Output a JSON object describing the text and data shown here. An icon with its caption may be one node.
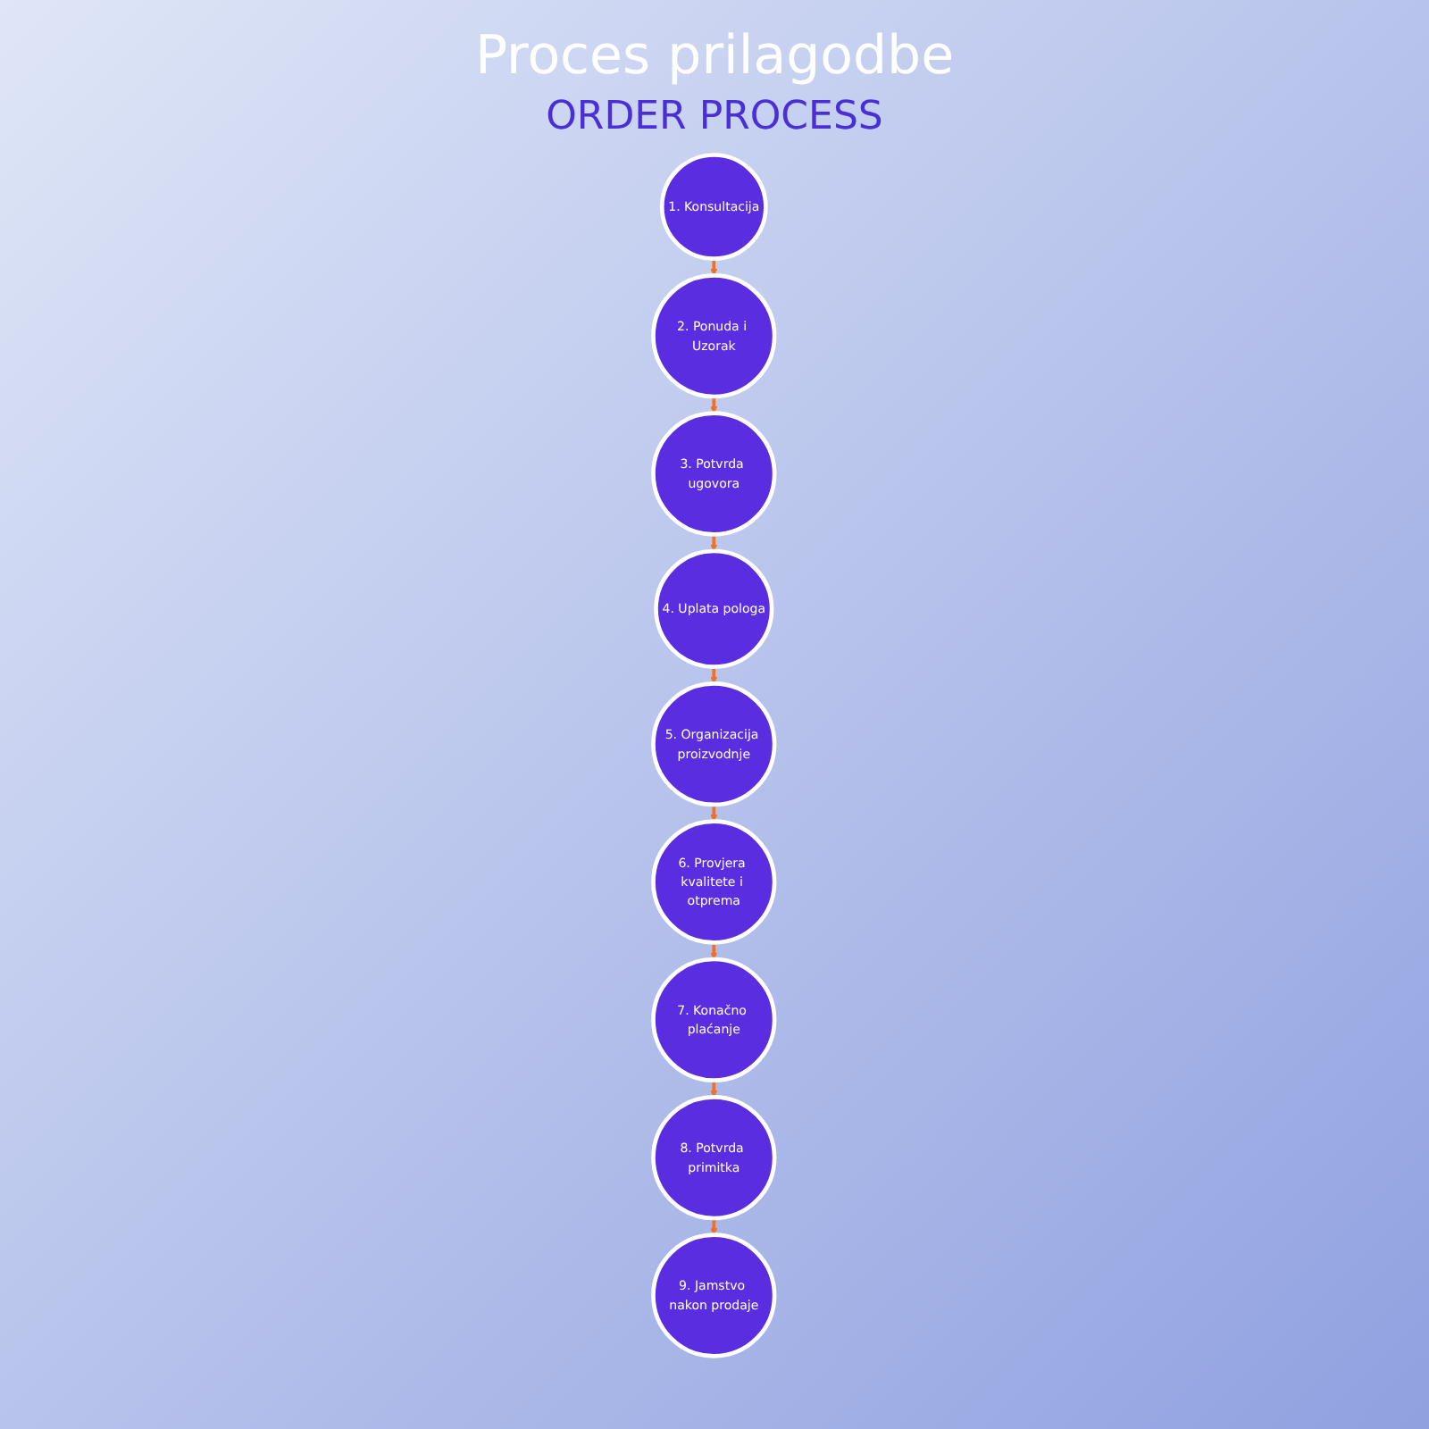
{
  "diagram": {
    "title": "Proces prilagodbe",
    "nodes": [
      {
        "text": [
          "1. Konsultacija"
        ]
      },
      {
        "text": [
          "2. Ponuda i Uzorak"
        ]
      },
      {
        "text": [
          "3. Potvrda ugovora"
        ]
      },
      {
        "text": [
          "4. Uplata pologa"
        ]
      },
      {
        "text": [
          "5. Organizacija proizvodnje"
        ]
      },
      {
        "text": [
          "6. Provjera kvalitete i otprema"
        ]
      },
      {
        "text": [
          "7. Konačno plaćanje"
        ]
      },
      {
        "text": [
          "8. Potvrda primitka"
        ]
      },
      {
        "text": [
          "9. Jamstvo nakon prodaje"
        ]
      }
    ],
    "edges": [
      {
        "from": 0,
        "to": 1,
        "arrow": "to"
      },
      {
        "from": 1,
        "to": 2,
        "arrow": "to"
      },
      {
        "from": 2,
        "to": 3,
        "arrow": "to"
      },
      {
        "from": 3,
        "to": 4,
        "arrow": "to"
      },
      {
        "from": 4,
        "to": 5,
        "arrow": "to"
      },
      {
        "from": 5,
        "to": 6,
        "arrow": "to"
      },
      {
        "from": 6,
        "to": 7,
        "arrow": "to"
      },
      {
        "from": 7,
        "to": 8,
        "arrow": "to"
      }
    ],
    "labels": [
      "ORDER PROCESS"
    ]
  }
}
